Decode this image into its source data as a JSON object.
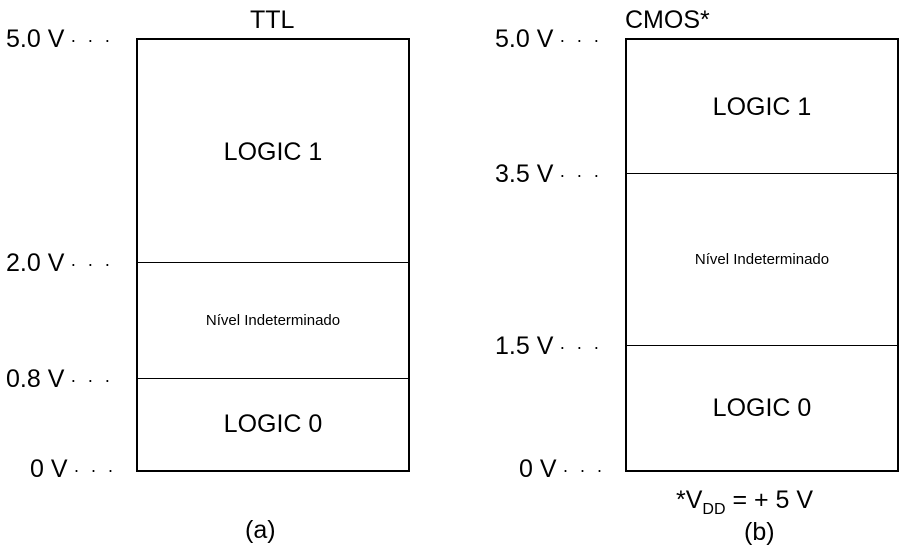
{
  "panels": {
    "ttl": {
      "title": "TTL",
      "voltages": [
        "5.0 V",
        "2.0 V",
        "0.8 V",
        "0 V"
      ],
      "regions": [
        "LOGIC 1",
        "Nível Indeterminado",
        "LOGIC 0"
      ],
      "caption": "(a)"
    },
    "cmos": {
      "title": "CMOS*",
      "voltages": [
        "5.0 V",
        "3.5 V",
        "1.5 V",
        "0 V"
      ],
      "regions": [
        "LOGIC 1",
        "Nível Indeterminado",
        "LOGIC 0"
      ],
      "caption": "(b)",
      "footnote": {
        "prefix": "*V",
        "subscript": "DD",
        "suffix": " = + 5 V"
      }
    }
  },
  "dots": "· · ·"
}
